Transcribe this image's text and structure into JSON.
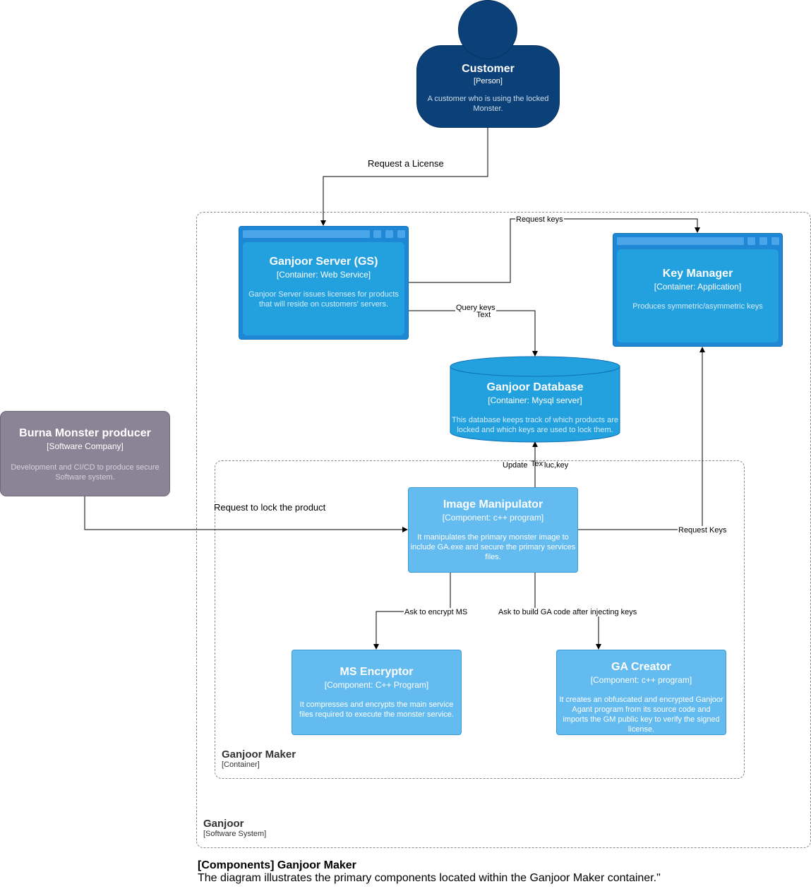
{
  "diagram": {
    "customer": {
      "title": "Customer",
      "type": "[Person]",
      "desc": "A customer who is using the locked Monster."
    },
    "producer": {
      "title": "Burna Monster producer",
      "type": "[Software Company]",
      "desc": "Development and CI/CD to produce secure Software system."
    },
    "server": {
      "title": "Ganjoor Server (GS)",
      "type": "[Container: Web Service]",
      "desc": "Ganjoor Server issues licenses for products that will reside on customers' servers."
    },
    "keymanager": {
      "title": "Key Manager",
      "type": "[Container: Application]",
      "desc": "Produces symmetric/asymmetric keys"
    },
    "database": {
      "title": "Ganjoor Database",
      "type": "[Container: Mysql server]",
      "desc": "This database keeps track of which products are locked and which keys are used to lock them."
    },
    "imagemanip": {
      "title": "Image Manipulator",
      "type": "[Component: c++ program]",
      "desc": "It manipulates the primary monster image to include GA.exe and secure the primary services files."
    },
    "msenc": {
      "title": "MS Encryptor",
      "type": "[Component: C++ Program]",
      "desc": "It compresses and encrypts the main service files required to execute the monster service."
    },
    "gacreator": {
      "title": "GA Creator",
      "type": "[Component: c++ program]",
      "desc": "It creates an obfuscated and encrypted Ganjoor Agant program from its source code and imports the GM public key to verify the signed license."
    },
    "boundary_system": {
      "title": "Ganjoor",
      "type": "[Software System]"
    },
    "boundary_container": {
      "title": "Ganjoor Maker",
      "type": "[Container]"
    },
    "edges": {
      "request_license": "Request a License",
      "request_keys_top": "Request keys",
      "query_keys": "Query keys",
      "query_keys_text": "Text",
      "update": "Update",
      "update_text": "Text",
      "update_luc": "luc,key",
      "request_lock": "Request to lock the product",
      "request_keys_right": "Request Keys",
      "ask_encrypt": "Ask to encrypt MS",
      "ask_build": "Ask to build GA code after injecting keys"
    },
    "caption": {
      "title": "[Components] Ganjoor Maker",
      "desc": "The diagram illustrates the primary components located within the Ganjoor Maker container.\""
    },
    "colors": {
      "person": "#0b4178",
      "container": "#23a0de",
      "component": "#63bbef",
      "external": "#8b8496"
    }
  }
}
